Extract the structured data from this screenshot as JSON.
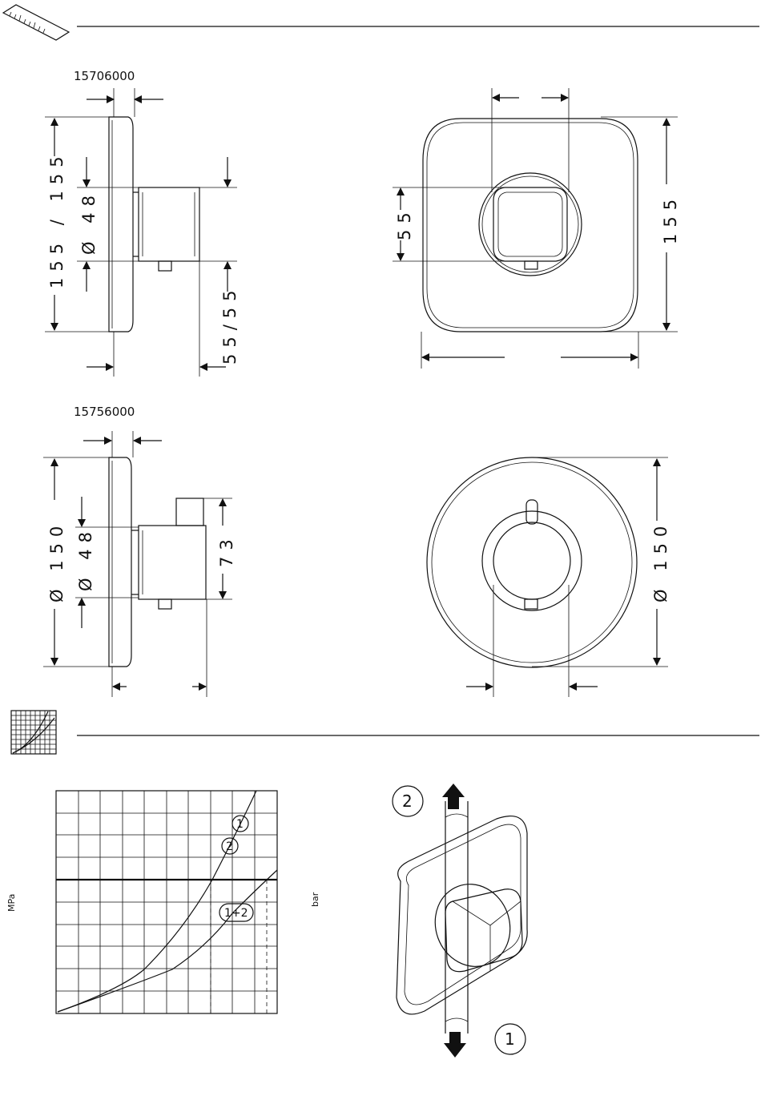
{
  "models": [
    {
      "code": "15706000",
      "side_labels": {
        "height": "155 / 155",
        "diameter": "Ø 48",
        "depth": "55/55"
      },
      "front_labels": {
        "inner": "55",
        "height": "155"
      }
    },
    {
      "code": "15756000",
      "side_labels": {
        "height": "Ø 150",
        "diameter": "Ø 48",
        "depth": "73"
      },
      "front_labels": {
        "height": "Ø 150"
      }
    }
  ],
  "chart": {
    "left_unit": "MPa",
    "right_unit": "bar",
    "curve_labels": [
      "1",
      "2",
      "1+2"
    ]
  },
  "illustration": {
    "markers": [
      "2",
      "1"
    ]
  }
}
